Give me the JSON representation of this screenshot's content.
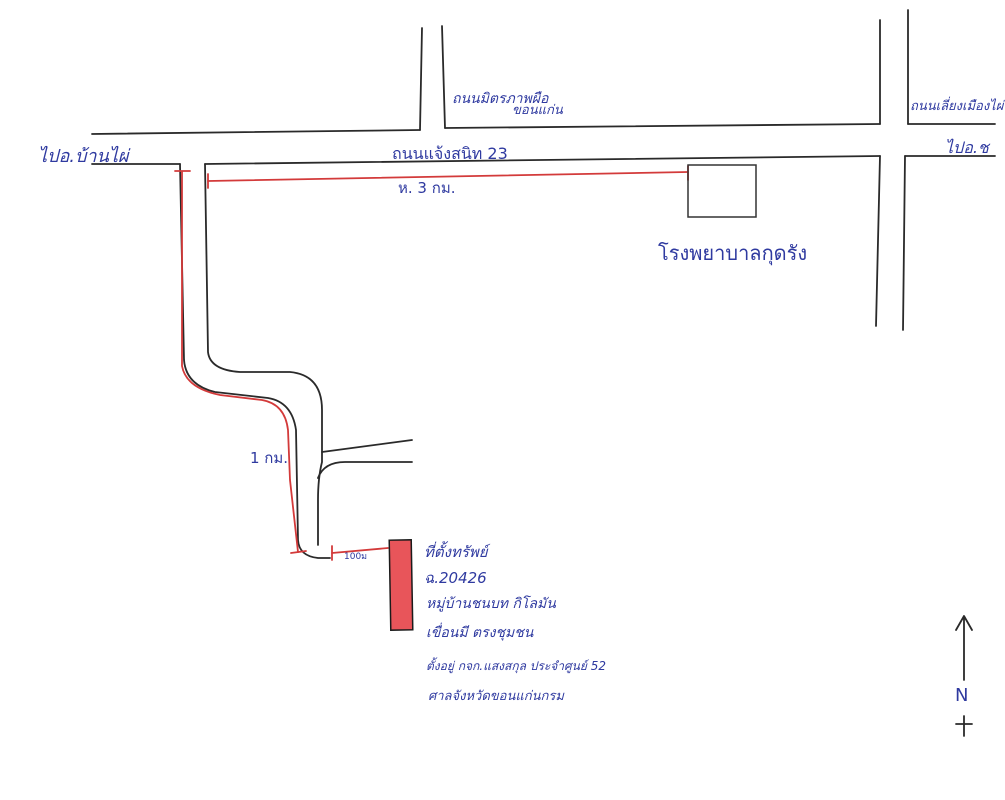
{
  "labels": {
    "to_ban_phai": "ไปอ.บ้านไผ่",
    "main_road": "ถนนแจ้งสนิท 23",
    "distance_3km": "ห. 3 กม.",
    "kp_rail_road_top": "ถนนมิตรภาพผือ",
    "kp_rail_road_bottom": "ขอนแก่น",
    "right_road": "ถนนเลี่ยงเมืองไผ่",
    "to_right": "ไปอ.ช",
    "school": "โรงพยาบาลกุดรัง",
    "distance_1km": "1 กม.",
    "distance_small": "100ม",
    "property_lines": [
      "ที่ตั้งทรัพย์",
      "ฉ.20426",
      "หมู่บ้านชนบท กิโลมัน",
      "เขื่อนมี ตรงชุมชน",
      "ตั้งอยู่ กจก.แสงสกุล ประจำศูนย์ 52",
      "ศาลจังหวัดขอนแก่นกรม"
    ],
    "north_letter": "N"
  },
  "colors": {
    "ink": "#2f3aa0",
    "measure_red": "#d33a3a",
    "plot_fill": "#e8555a"
  }
}
